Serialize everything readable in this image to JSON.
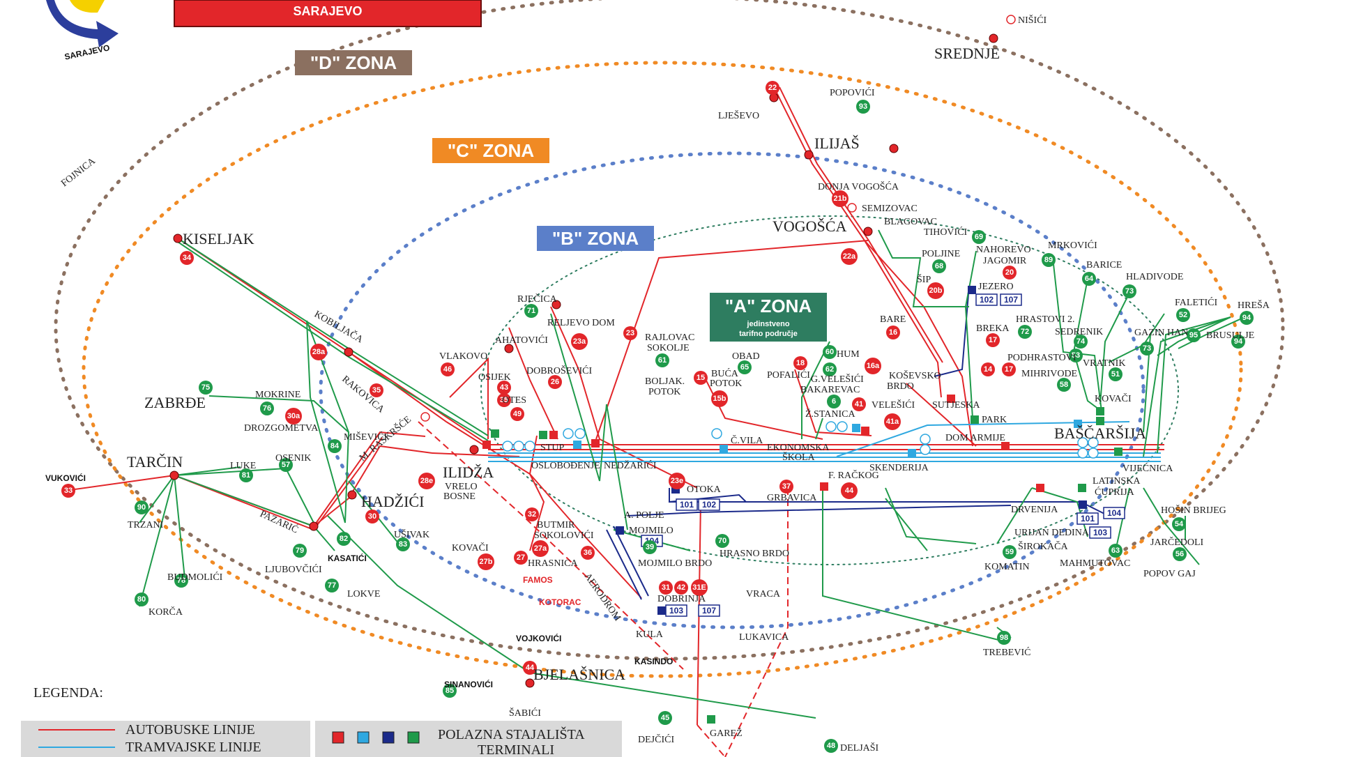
{
  "header": {
    "banner_text": "SARAJEVO",
    "logo_text": "SARAJEVO"
  },
  "zones": {
    "a": {
      "title": "\"A\" ZONA",
      "subtitle_1": "jedinstveno",
      "subtitle_2": "tarifno područje"
    },
    "b": {
      "title": "\"B\" ZONA"
    },
    "c": {
      "title": "\"C\" ZONA"
    },
    "d": {
      "title": "\"D\" ZONA"
    }
  },
  "colors": {
    "bus": "#e2262a",
    "tram": "#2fa8e0",
    "trolley": "#1b2a8a",
    "minibus": "#1f9a4a",
    "zone_a": "#2e7d60",
    "zone_b": "#5b7fc9",
    "zone_c": "#f08a24",
    "zone_d": "#8b7060"
  },
  "legend": {
    "title": "LEGENDA:",
    "bus_lines": "AUTOBUSKE LINIJE",
    "tram_lines": "TRAMVAJSKE LINIJE",
    "terminals_1": "POLAZNA STAJALIŠTA",
    "terminals_2": "TERMINALI"
  },
  "places": {
    "nisici": "NIŠIĆI",
    "srednje": "SREDNJE",
    "popovici": "POPOVIĆI",
    "ljesevo": "LJEŠEVO",
    "ilijas": "ILIJAŠ",
    "donja_vogosca": "DONJA VOGOŠĆA",
    "semizovac": "SEMIZOVAC",
    "blagovac": "BLAGOVAC",
    "tihovici": "TIHOVIĆI",
    "vogosca": "VOGOŠĆA",
    "kiseljak": "KISELJAK",
    "fojnica": "FOJNICA",
    "kobiljaca": "KOBILJAČA",
    "rakovica": "RAKOVICA",
    "mokrine": "MOKRINE",
    "zabrde": "ZABRĐE",
    "drozgometva": "DROZGOMETVA",
    "misevici": "MIŠEVIĆI",
    "m_raskrsce": "M. RASKRŠĆE",
    "osenik": "OSENIK",
    "luke": "LUKE",
    "tarcin": "TARČIN",
    "vukovici": "VUKOVIĆI",
    "trzani": "TRZANI",
    "pazaric": "PAZARIĆ",
    "hadzici": "HADŽIĆI",
    "usivak": "UŠIVAK",
    "kasatici": "KASATIĆI",
    "ljubovcici": "LJUBOVČIĆI",
    "budmolici": "BUDMOLIĆI",
    "lokve": "LOKVE",
    "korca": "KORČA",
    "rjecica": "RJEČICA",
    "reljevo_dom": "RELJEVO DOM",
    "ahatovici": "AHATOVIĆI",
    "vlakovo": "VLAKOVO",
    "osijek": "OSIJEK",
    "dobrosevici": "DOBROŠEVIĆI",
    "otes": "OTES",
    "ilidza": "ILIDŽA",
    "vrelo_bosne_1": "VRELO",
    "vrelo_bosne_2": "BOSNE",
    "stup": "STUP",
    "oslobodenje": "OSLOBOĐENJE",
    "nedzarici": "NEDŽARIĆI",
    "butmir": "BUTMIR",
    "sokolovici": "SOKOLOVIĆI",
    "kovaci_w": "KOVAČI",
    "hrasnica": "HRASNICA",
    "famos": "FAMOS",
    "kotorac": "KOTORAC",
    "aerodrom": "AERODROM",
    "vojkovici": "VOJKOVIĆI",
    "kasindo": "KASINDO",
    "bjelasnica": "BJELAŠNICA",
    "sinanovici": "SINANOVIĆI",
    "sabici": "ŠABIĆI",
    "dejcici": "DEJČIĆI",
    "garez": "GAREŽ",
    "deljasi": "DELJAŠI",
    "rajlovac_1": "RAJLOVAC",
    "rajlovac_2": "SOKOLJE",
    "boljak_1": "BOLJAK.",
    "boljak_2": "POTOK",
    "buca_1": "BUĆA",
    "buca_2": "POTOK",
    "obad": "OBAD",
    "pofalici": "POFALIĆI",
    "c_vila": "Č.VILA",
    "ekonomska_1": "EKONOMSKA",
    "ekonomska_2": "ŠKOLA",
    "otoka": "OTOKA",
    "a_polje": "A. POLJE",
    "mojmilo": "MOJMILO",
    "hrasno_brdo": "HRASNO BRDO",
    "mojmilo_brdo": "MOJMILO BRDO",
    "dobrinja": "DOBRINJA",
    "vraca": "VRACA",
    "kula": "KULA",
    "lukavica": "LUKAVICA",
    "grbavica": "GRBAVICA",
    "f_rackog": "F. RAČKOG",
    "hum": "HUM",
    "g_velesici": "G.VELEŠIĆI",
    "kosevsko_1": "KOŠEVSKO",
    "kosevsko_2": "BRDO",
    "bakarevac": "BAKAREVAC",
    "z_stanica": "Ž.STANICA",
    "velesici": "VELEŠIĆI",
    "bare": "BARE",
    "sip": "ŠIP",
    "poljine": "POLJINE",
    "nahorevo": "NAHOREVO",
    "jagomir": "JAGOMIR",
    "jezero": "JEZERO",
    "breka": "BREKA",
    "sutjeska": "SUTJESKA",
    "park": "PARK",
    "dom_armije": "DOM ARMIJE",
    "skenderija": "SKENDERIJA",
    "mrkovici": "MRKOVIĆI",
    "barice": "BARICE",
    "hladivode": "HLADIVODE",
    "faletici": "FALETIĆI",
    "hresa": "HREŠA",
    "brusulje": "BRUSULJE",
    "hrastovi": "HRASTOVI 2.",
    "sedrenik": "SEDRENIK",
    "gazin_han": "GAZIN HAN",
    "podhrastovi": "PODHRASTOVI",
    "vratnik": "VRATNIK",
    "mihrivode": "MIHRIVODE",
    "kovaci_e": "KOVAČI",
    "bascarsija": "BAŠČARŠIJA",
    "vijecnica": "VIJEĆNICA",
    "drvenija": "DRVENIJA",
    "latinska_1": "LATINSKA",
    "latinska_2": "ĆUPRIJA",
    "urijan": "URIJAN DEDINA",
    "sirokaca": "ŠIROKAČA",
    "komatin": "KOMATIN",
    "mahmutovac": "MAHMUTOVAC",
    "hosin": "HOŠIN BRIJEG",
    "jarcedoli": "JARČEDOLI",
    "popov_gaj": "POPOV GAJ",
    "trebevic": "TREBEVIĆ"
  },
  "route_numbers": {
    "r22": "22",
    "r93": "93",
    "r21b": "21b",
    "r22a": "22a",
    "r34": "34",
    "r28a": "28a",
    "r71": "71",
    "r23a": "23a",
    "r23": "23",
    "r46": "46",
    "r35": "35",
    "r26": "26",
    "r43": "43",
    "r49": "49",
    "r75": "75",
    "r76": "76",
    "r30a": "30a",
    "r84": "84",
    "r57": "57",
    "r81": "81",
    "r33": "33",
    "r90": "90",
    "r78": "78",
    "r80": "80",
    "r79": "79",
    "r82": "82",
    "r83": "83",
    "r77": "77",
    "r30": "30",
    "r28e": "28e",
    "r32": "32",
    "r27a": "27a",
    "r27b": "27b",
    "r27": "27",
    "r36": "36",
    "r44": "44",
    "r85": "85",
    "r45": "45",
    "r48": "48",
    "r61": "61",
    "r23e": "23e",
    "r15b": "15b",
    "r15": "15",
    "r65": "65",
    "r18": "18",
    "r60": "60",
    "r62": "62",
    "r16a": "16a",
    "r6": "6",
    "r41": "41",
    "r41a": "41a",
    "r16": "16",
    "r20b": "20b",
    "r69": "69",
    "r68": "68",
    "r20": "20",
    "r17": "17",
    "r14": "14",
    "r89": "89",
    "r64": "64",
    "r73": "73",
    "r52": "52",
    "r95": "95",
    "r94": "94",
    "r72": "72",
    "r74": "74",
    "r53": "53",
    "r51": "51",
    "r58": "58",
    "r37": "37",
    "r70": "70",
    "r39": "39",
    "r31": "31",
    "r42": "42",
    "r31e": "31E",
    "r54": "54",
    "r56": "56",
    "r63": "63",
    "r59": "59",
    "r98": "98",
    "r44b": "44"
  },
  "tags": {
    "t101a": "101",
    "t102a": "102",
    "t104a": "104",
    "t103a": "103",
    "t107a": "107",
    "t102b": "102",
    "t107b": "107",
    "t101b": "101",
    "t104b": "104",
    "t103b": "103"
  }
}
